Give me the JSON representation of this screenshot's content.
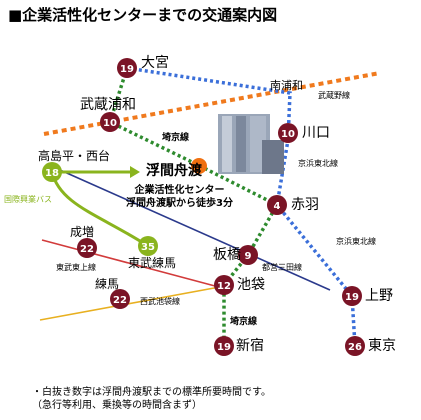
{
  "title": "■企業活性化センターまでの交通案内図",
  "stations": {
    "omiya": {
      "name": "大宮",
      "minutes": "19"
    },
    "musashi_urawa": {
      "name": "武蔵浦和",
      "minutes": "10"
    },
    "minami_urawa": {
      "name": "南浦和"
    },
    "kawaguchi": {
      "name": "川口",
      "minutes": "10"
    },
    "takashimadaira": {
      "name": "高島平・西台",
      "minutes": "18"
    },
    "ukimafunado": {
      "name": "浮間舟渡"
    },
    "akabane": {
      "name": "赤羽",
      "minutes": "4"
    },
    "narimasu": {
      "name": "成増",
      "minutes": "22"
    },
    "higashimusashi_nerima": {
      "name": "東武練馬",
      "minutes": "35"
    },
    "itabashi": {
      "name": "板橋",
      "minutes": "9"
    },
    "nerima": {
      "name": "練馬",
      "minutes": "22"
    },
    "ikebukuro": {
      "name": "池袋",
      "minutes": "12"
    },
    "ueno": {
      "name": "上野",
      "minutes": "19"
    },
    "shinjuku": {
      "name": "新宿",
      "minutes": "19"
    },
    "tokyo": {
      "name": "東京",
      "minutes": "26"
    }
  },
  "lines": {
    "musashino": "武蔵野線",
    "saikyo": "埼京線",
    "saikyo_lower": "埼京線",
    "keihin_tohoku_1": "京浜東北線",
    "keihin_tohoku_2": "京浜東北線",
    "kokusai_kogyo_bus": "国際興業バス",
    "tobu_tojo": "東武東上線",
    "toei_mita": "都営三田線",
    "seibu_ikebukuro": "西武池袋線"
  },
  "destination": {
    "label": "企業活性化センター\n浮間舟渡駅から徒歩3分"
  },
  "note": "・白抜き数字は浮間舟渡駅までの標準所要時間です。\n（急行等利用、乗換等の時間含まず）",
  "colors": {
    "station_circle": "#7a1426",
    "musashino_line": "#f07a1e",
    "keihin_tohoku_line": "#3b6fd9",
    "saikyo_line": "#2e8b2e",
    "bus_line": "#8ab41e",
    "tobu_line": "#d23b3b",
    "mita_line": "#2b3a8c",
    "seibu_line": "#e8b020",
    "destination_marker": "#f07010"
  }
}
